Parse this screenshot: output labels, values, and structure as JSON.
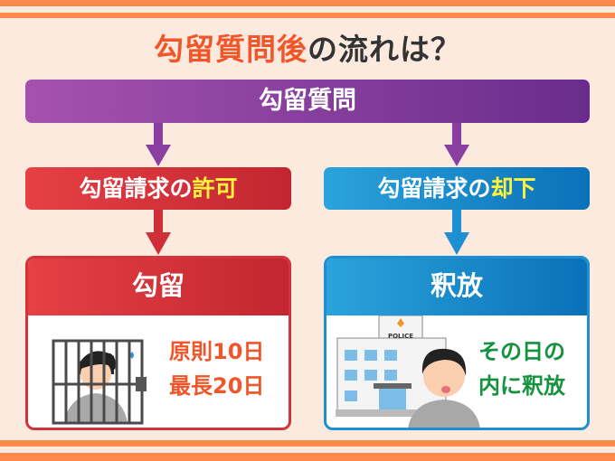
{
  "title": {
    "highlight": "勾留質問後",
    "rest": "の流れは？"
  },
  "top_step": "勾留質問",
  "branches": {
    "left": {
      "label_main": "勾留請求の",
      "label_accent": "許可",
      "result": "勾留",
      "detail_lines": [
        "原則10日",
        "最長20日"
      ]
    },
    "right": {
      "label_main": "勾留請求の",
      "label_accent": "却下",
      "result": "釈放",
      "detail_lines": [
        "その日の",
        "内に釈放"
      ],
      "building_sign": "POLICE"
    }
  },
  "colors": {
    "accent_orange": "#f0562a",
    "purple": "#8a3fa0",
    "red": "#d3343a",
    "blue": "#1d8fd2",
    "green": "#14923e",
    "yellow": "#fff33b"
  }
}
